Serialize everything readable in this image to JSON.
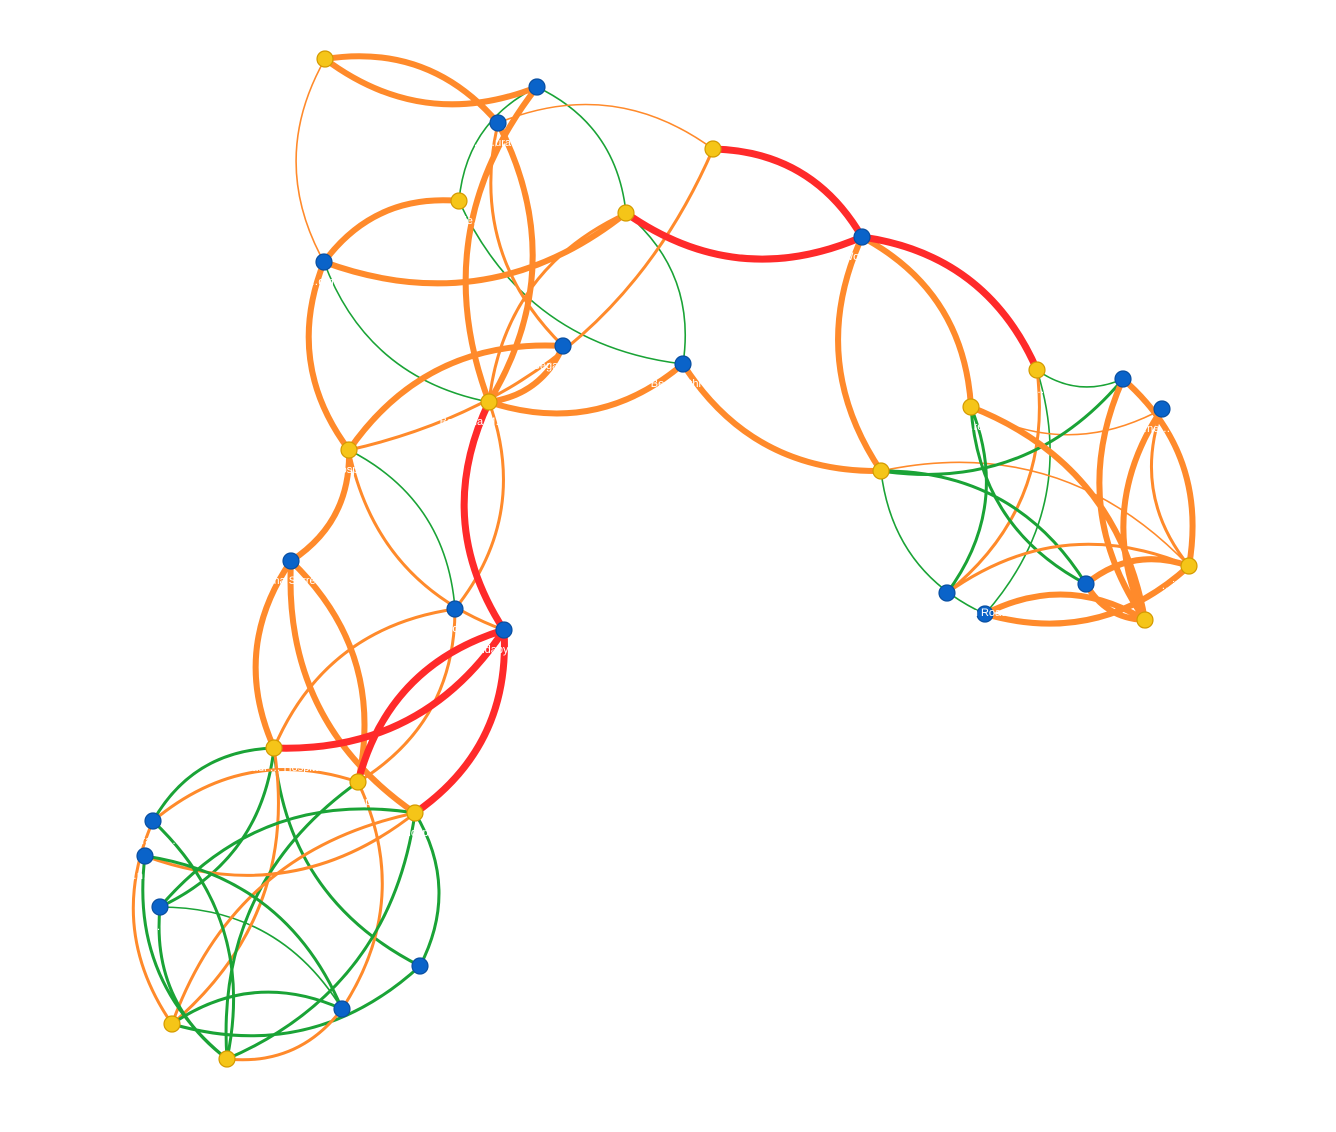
{
  "colors": {
    "background": "#ffffff",
    "node_yellow": "#f5c518",
    "node_yellow_stroke": "#d49a00",
    "node_blue": "#0a63c9",
    "node_blue_stroke": "#0a4fa0",
    "edge_red": "#ff2a2a",
    "edge_orange": "#ff8a2b",
    "edge_green": "#1aa336",
    "label": "#ffffff"
  },
  "nodes": [
    {
      "id": "n1",
      "type": "yellow",
      "label": "…"
    },
    {
      "id": "n2",
      "type": "blue",
      "label": ""
    },
    {
      "id": "n3",
      "type": "blue",
      "label": "Me… …ura Beach"
    },
    {
      "id": "n4",
      "type": "yellow",
      "label": "…"
    },
    {
      "id": "n5",
      "type": "yellow",
      "label": "…Ingle…"
    },
    {
      "id": "n6",
      "type": "yellow",
      "label": "…"
    },
    {
      "id": "n7",
      "type": "blue",
      "label": "…om…"
    },
    {
      "id": "n8",
      "type": "blue",
      "label": "Wolbu…"
    },
    {
      "id": "n9",
      "type": "blue",
      "label": "Bega …nic…"
    },
    {
      "id": "n10",
      "type": "blue",
      "label": "Be… …thro…"
    },
    {
      "id": "n11",
      "type": "yellow",
      "label": "Bombala M… Puni…"
    },
    {
      "id": "n12",
      "type": "yellow",
      "label": "…ospital"
    },
    {
      "id": "n13",
      "type": "yellow",
      "label": "…"
    },
    {
      "id": "n14",
      "type": "blue",
      "label": ""
    },
    {
      "id": "n15",
      "type": "yellow",
      "label": "… …re …"
    },
    {
      "id": "n16",
      "type": "blue",
      "label": "…ne… S…"
    },
    {
      "id": "n17",
      "type": "yellow",
      "label": ""
    },
    {
      "id": "n18",
      "type": "blue",
      "label": "…ma Surre…"
    },
    {
      "id": "n19",
      "type": "blue",
      "label": "…oom…"
    },
    {
      "id": "n20",
      "type": "blue",
      "label": "Jindabyne - …"
    },
    {
      "id": "n21",
      "type": "blue",
      "label": ""
    },
    {
      "id": "n22",
      "type": "blue",
      "label": "Moruya - Tomakin Road"
    },
    {
      "id": "n23",
      "type": "yellow",
      "label": "…ilton Un…"
    },
    {
      "id": "n24",
      "type": "yellow",
      "label": "…lladulla Endoscopy"
    },
    {
      "id": "n25",
      "type": "blue",
      "label": "…akin…"
    },
    {
      "id": "n26",
      "type": "yellow",
      "label": "…"
    },
    {
      "id": "n27",
      "type": "yellow",
      "label": "…anadi … Hospital"
    },
    {
      "id": "n28",
      "type": "yellow",
      "label": "…Hospital"
    },
    {
      "id": "n29",
      "type": "blue",
      "label": "…ra … …"
    },
    {
      "id": "n30",
      "type": "blue",
      "label": "…n… …"
    },
    {
      "id": "n31",
      "type": "blue",
      "label": "…"
    },
    {
      "id": "n32",
      "type": "blue",
      "label": "…eam…"
    },
    {
      "id": "n33",
      "type": "blue",
      "label": "…"
    },
    {
      "id": "n34",
      "type": "yellow",
      "label": "…Hospi…"
    },
    {
      "id": "n35",
      "type": "yellow",
      "label": "…"
    },
    {
      "id": "n36",
      "type": "yellow",
      "label": "…"
    }
  ],
  "edges": [
    {
      "source": "n1",
      "target": "n2",
      "weight": "high",
      "color": "orange"
    },
    {
      "source": "n1",
      "target": "n3",
      "weight": "high",
      "color": "orange"
    },
    {
      "source": "n1",
      "target": "n7",
      "weight": "low",
      "color": "orange"
    },
    {
      "source": "n2",
      "target": "n6",
      "weight": "low",
      "color": "green"
    },
    {
      "source": "n2",
      "target": "n11",
      "weight": "high",
      "color": "orange"
    },
    {
      "source": "n2",
      "target": "n5",
      "weight": "low",
      "color": "green"
    },
    {
      "source": "n3",
      "target": "n4",
      "weight": "low",
      "color": "orange"
    },
    {
      "source": "n3",
      "target": "n9",
      "weight": "medium",
      "color": "orange"
    },
    {
      "source": "n3",
      "target": "n11",
      "weight": "high",
      "color": "orange"
    },
    {
      "source": "n4",
      "target": "n8",
      "weight": "critical",
      "color": "red"
    },
    {
      "source": "n4",
      "target": "n12",
      "weight": "medium",
      "color": "orange"
    },
    {
      "source": "n5",
      "target": "n7",
      "weight": "high",
      "color": "orange"
    },
    {
      "source": "n5",
      "target": "n10",
      "weight": "low",
      "color": "green"
    },
    {
      "source": "n6",
      "target": "n8",
      "weight": "critical",
      "color": "red"
    },
    {
      "source": "n6",
      "target": "n7",
      "weight": "high",
      "color": "orange"
    },
    {
      "source": "n6",
      "target": "n10",
      "weight": "low",
      "color": "green"
    },
    {
      "source": "n6",
      "target": "n11",
      "weight": "medium",
      "color": "orange"
    },
    {
      "source": "n7",
      "target": "n12",
      "weight": "high",
      "color": "orange"
    },
    {
      "source": "n7",
      "target": "n11",
      "weight": "low",
      "color": "green"
    },
    {
      "source": "n8",
      "target": "n13",
      "weight": "critical",
      "color": "red"
    },
    {
      "source": "n8",
      "target": "n15",
      "weight": "high",
      "color": "orange"
    },
    {
      "source": "n8",
      "target": "n17",
      "weight": "high",
      "color": "orange"
    },
    {
      "source": "n9",
      "target": "n11",
      "weight": "high",
      "color": "orange"
    },
    {
      "source": "n9",
      "target": "n12",
      "weight": "high",
      "color": "orange"
    },
    {
      "source": "n10",
      "target": "n11",
      "weight": "high",
      "color": "orange"
    },
    {
      "source": "n10",
      "target": "n17",
      "weight": "high",
      "color": "orange"
    },
    {
      "source": "n11",
      "target": "n20",
      "weight": "critical",
      "color": "red"
    },
    {
      "source": "n11",
      "target": "n19",
      "weight": "medium",
      "color": "orange"
    },
    {
      "source": "n12",
      "target": "n18",
      "weight": "high",
      "color": "orange"
    },
    {
      "source": "n12",
      "target": "n19",
      "weight": "low",
      "color": "green"
    },
    {
      "source": "n12",
      "target": "n20",
      "weight": "medium",
      "color": "orange"
    },
    {
      "source": "n18",
      "target": "n27",
      "weight": "high",
      "color": "orange"
    },
    {
      "source": "n18",
      "target": "n28",
      "weight": "high",
      "color": "orange"
    },
    {
      "source": "n18",
      "target": "n34",
      "weight": "high",
      "color": "orange"
    },
    {
      "source": "n19",
      "target": "n28",
      "weight": "medium",
      "color": "orange"
    },
    {
      "source": "n19",
      "target": "n27",
      "weight": "medium",
      "color": "orange"
    },
    {
      "source": "n20",
      "target": "n27",
      "weight": "critical",
      "color": "red"
    },
    {
      "source": "n20",
      "target": "n28",
      "weight": "critical",
      "color": "red"
    },
    {
      "source": "n20",
      "target": "n34",
      "weight": "critical",
      "color": "red"
    },
    {
      "source": "n13",
      "target": "n14",
      "weight": "low",
      "color": "green"
    },
    {
      "source": "n13",
      "target": "n22",
      "weight": "medium",
      "color": "orange"
    },
    {
      "source": "n13",
      "target": "n25",
      "weight": "low",
      "color": "green"
    },
    {
      "source": "n15",
      "target": "n16",
      "weight": "low",
      "color": "orange"
    },
    {
      "source": "n15",
      "target": "n21",
      "weight": "medium",
      "color": "green"
    },
    {
      "source": "n15",
      "target": "n22",
      "weight": "medium",
      "color": "green"
    },
    {
      "source": "n15",
      "target": "n24",
      "weight": "high",
      "color": "orange"
    },
    {
      "source": "n17",
      "target": "n14",
      "weight": "medium",
      "color": "green"
    },
    {
      "source": "n17",
      "target": "n23",
      "weight": "low",
      "color": "orange"
    },
    {
      "source": "n17",
      "target": "n21",
      "weight": "medium",
      "color": "green"
    },
    {
      "source": "n17",
      "target": "n25",
      "weight": "low",
      "color": "green"
    },
    {
      "source": "n14",
      "target": "n24",
      "weight": "high",
      "color": "orange"
    },
    {
      "source": "n14",
      "target": "n23",
      "weight": "high",
      "color": "orange"
    },
    {
      "source": "n16",
      "target": "n24",
      "weight": "high",
      "color": "orange"
    },
    {
      "source": "n16",
      "target": "n23",
      "weight": "medium",
      "color": "orange"
    },
    {
      "source": "n21",
      "target": "n23",
      "weight": "high",
      "color": "orange"
    },
    {
      "source": "n21",
      "target": "n24",
      "weight": "high",
      "color": "orange"
    },
    {
      "source": "n25",
      "target": "n24",
      "weight": "high",
      "color": "orange"
    },
    {
      "source": "n25",
      "target": "n23",
      "weight": "high",
      "color": "orange"
    },
    {
      "source": "n22",
      "target": "n23",
      "weight": "medium",
      "color": "orange"
    },
    {
      "source": "n27",
      "target": "n29",
      "weight": "medium",
      "color": "green"
    },
    {
      "source": "n27",
      "target": "n31",
      "weight": "medium",
      "color": "green"
    },
    {
      "source": "n27",
      "target": "n32",
      "weight": "medium",
      "color": "green"
    },
    {
      "source": "n27",
      "target": "n35",
      "weight": "medium",
      "color": "orange"
    },
    {
      "source": "n28",
      "target": "n29",
      "weight": "medium",
      "color": "orange"
    },
    {
      "source": "n28",
      "target": "n33",
      "weight": "medium",
      "color": "orange"
    },
    {
      "source": "n28",
      "target": "n36",
      "weight": "medium",
      "color": "green"
    },
    {
      "source": "n34",
      "target": "n30",
      "weight": "medium",
      "color": "orange"
    },
    {
      "source": "n34",
      "target": "n31",
      "weight": "medium",
      "color": "green"
    },
    {
      "source": "n34",
      "target": "n32",
      "weight": "medium",
      "color": "green"
    },
    {
      "source": "n34",
      "target": "n35",
      "weight": "medium",
      "color": "orange"
    },
    {
      "source": "n34",
      "target": "n36",
      "weight": "medium",
      "color": "green"
    },
    {
      "source": "n29",
      "target": "n35",
      "weight": "medium",
      "color": "orange"
    },
    {
      "source": "n29",
      "target": "n36",
      "weight": "medium",
      "color": "green"
    },
    {
      "source": "n30",
      "target": "n36",
      "weight": "medium",
      "color": "green"
    },
    {
      "source": "n30",
      "target": "n33",
      "weight": "medium",
      "color": "green"
    },
    {
      "source": "n31",
      "target": "n33",
      "weight": "low",
      "color": "green"
    },
    {
      "source": "n31",
      "target": "n36",
      "weight": "medium",
      "color": "green"
    },
    {
      "source": "n32",
      "target": "n35",
      "weight": "medium",
      "color": "green"
    },
    {
      "source": "n33",
      "target": "n35",
      "weight": "medium",
      "color": "green"
    },
    {
      "source": "n33",
      "target": "n36",
      "weight": "medium",
      "color": "orange"
    }
  ]
}
